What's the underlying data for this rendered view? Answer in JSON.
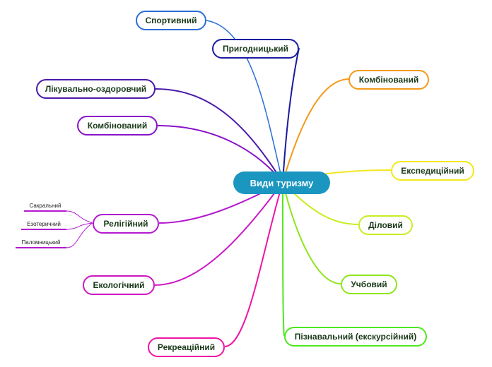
{
  "center": "Види туризму",
  "nodes": {
    "sportyvnyi": {
      "label": "Спортивний",
      "color": "#2a6fd6"
    },
    "pryhodnytskyi": {
      "label": "Пригодницький",
      "color": "#1a1aa0"
    },
    "kombinovanyi_right": {
      "label": "Комбінований",
      "color": "#f39a1a"
    },
    "likuvalno": {
      "label": "Лікувально-оздоровчий",
      "color": "#4a1aa8"
    },
    "kombinovanyi_left": {
      "label": "Комбінований",
      "color": "#8a12c8"
    },
    "ekspedytsiinyi": {
      "label": "Експедиційний",
      "color": "#f2e81e"
    },
    "dilovyi": {
      "label": "Діловий",
      "color": "#c6ee22"
    },
    "relihiinyi": {
      "label": "Релігійний",
      "color": "#b418d0"
    },
    "uchbovyi": {
      "label": "Учбовий",
      "color": "#8ee61e"
    },
    "ekolohichnyi": {
      "label": "Екологічний",
      "color": "#cc18c4"
    },
    "piznavalnyi": {
      "label": "Пізнавальний (екскурсійний)",
      "color": "#4ee81e"
    },
    "rekreatsiinyi": {
      "label": "Рекреаційний",
      "color": "#ee16a4"
    }
  },
  "religious_subtopics": [
    "Сакральний",
    "Езотеричний",
    "Паломницький"
  ]
}
